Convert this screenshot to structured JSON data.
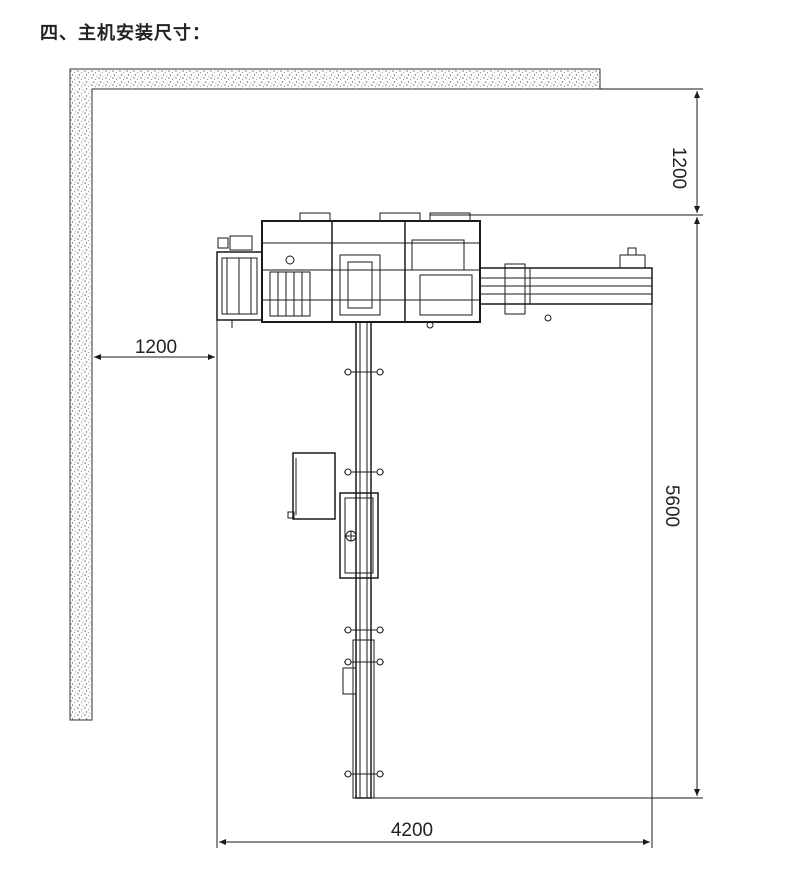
{
  "title": "四、主机安装尺寸：",
  "dimensions": {
    "top_clearance": "1200",
    "left_clearance": "1200",
    "total_length": "5600",
    "total_width": "4200"
  },
  "colors": {
    "line": "#1a1a1a",
    "wall_texture": "#8a8a8a",
    "background": "#ffffff"
  }
}
